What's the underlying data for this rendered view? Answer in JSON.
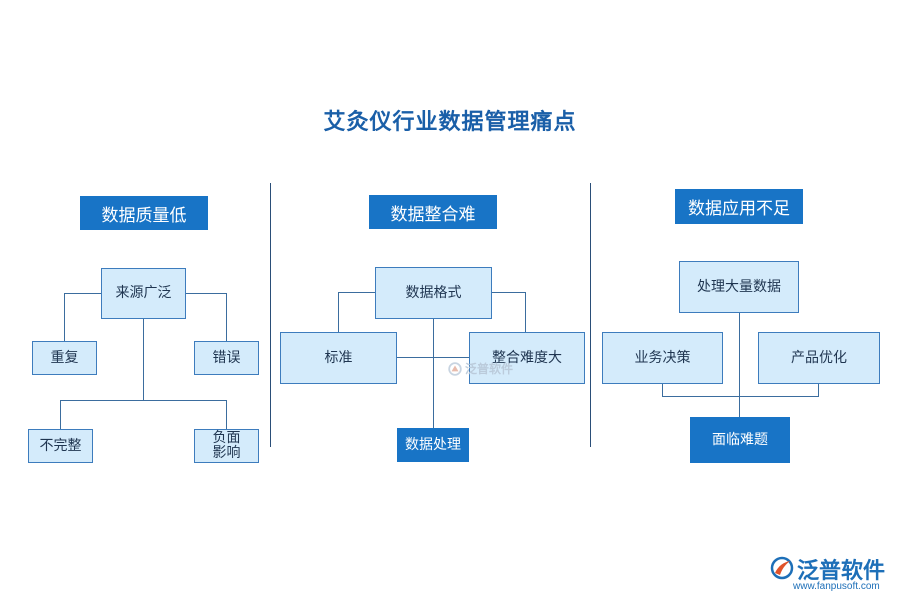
{
  "title": "艾灸仪行业数据管理痛点",
  "columns": [
    {
      "header": "数据质量低",
      "root": "来源广泛",
      "nodes": [
        "重复",
        "错误",
        "不完整",
        "负面\n影响"
      ]
    },
    {
      "header": "数据整合难",
      "root": "数据格式",
      "nodes": [
        "标准",
        "整合难度大",
        "数据处理"
      ]
    },
    {
      "header": "数据应用不足",
      "root": "处理大量数据",
      "nodes": [
        "业务决策",
        "产品优化",
        "面临难题"
      ]
    }
  ],
  "watermark": "泛普软件",
  "logo": {
    "name": "泛普软件",
    "url": "www.fanpusoft.com"
  },
  "colors": {
    "accent": "#1874c6",
    "box_fill": "#d4ebfb",
    "box_border": "#3d7cbd",
    "title": "#1a5fa8"
  }
}
